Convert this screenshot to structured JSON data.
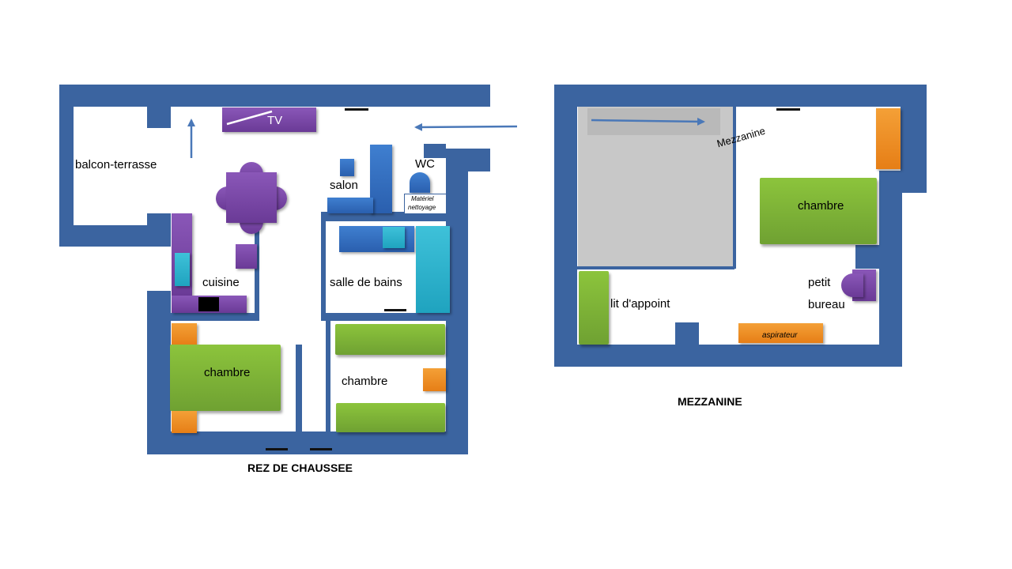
{
  "ground_floor": {
    "caption": "REZ DE CHAUSSEE",
    "rooms": {
      "balcony": "balcon-terrasse",
      "tv": "TV",
      "salon": "salon",
      "wc": "WC",
      "cleaning_line1": "Matériel",
      "cleaning_line2": "nettoyage",
      "kitchen": "cuisine",
      "bathroom": "salle de bains",
      "bedroom_left": "chambre",
      "bedroom_right": "chambre"
    }
  },
  "mezzanine_floor": {
    "caption": "MEZZANINE",
    "rooms": {
      "mezzanine": "Mezzanine",
      "bedroom": "chambre",
      "extra_bed": "lit d'appoint",
      "desk_line1": "petit",
      "desk_line2": "bureau",
      "vacuum": "aspirateur"
    }
  },
  "colors": {
    "wall": "#3b64a0",
    "bed": "#7cb236",
    "storage": "#ee8a22",
    "furniture_purple": "#7a48a8",
    "furniture_blue": "#336fc0",
    "bath_cyan": "#2fb2cc",
    "mezzanine_area": "#c8c8c8",
    "arrow": "#4a78b8"
  }
}
